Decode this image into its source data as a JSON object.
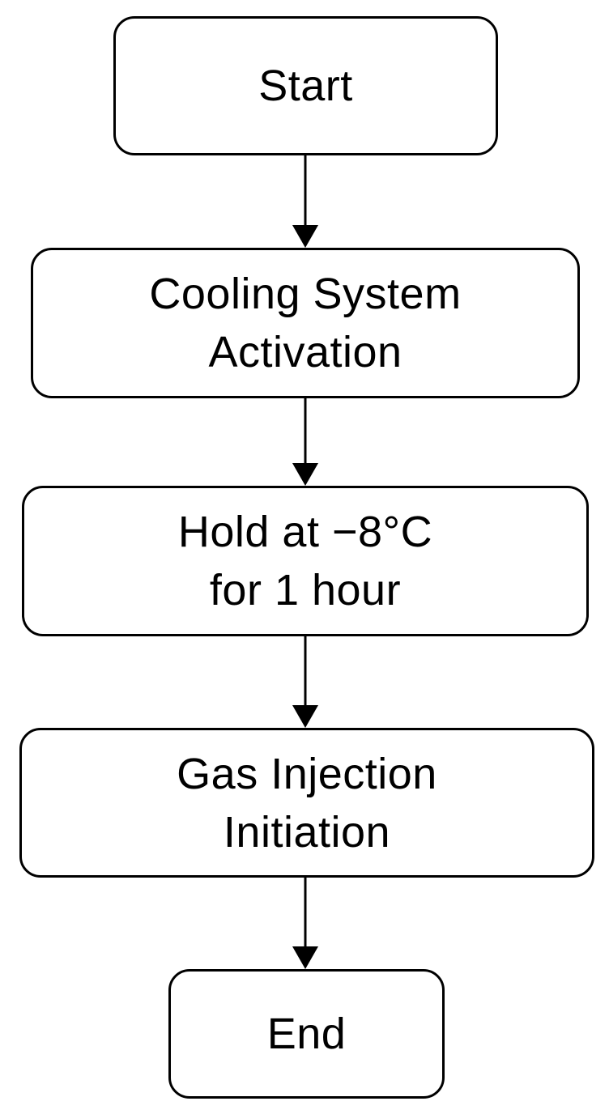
{
  "flowchart": {
    "start": {
      "lines": [
        "Start"
      ]
    },
    "cooling": {
      "lines": [
        "Cooling System",
        "Activation"
      ]
    },
    "hold": {
      "lines": [
        "Hold at −8°C",
        "for 1 hour"
      ]
    },
    "gas": {
      "lines": [
        "Gas Injection",
        "Initiation"
      ]
    },
    "end": {
      "lines": [
        "End"
      ]
    }
  },
  "colors": {
    "stroke": "#000000",
    "fill": "#ffffff",
    "text": "#000000"
  }
}
